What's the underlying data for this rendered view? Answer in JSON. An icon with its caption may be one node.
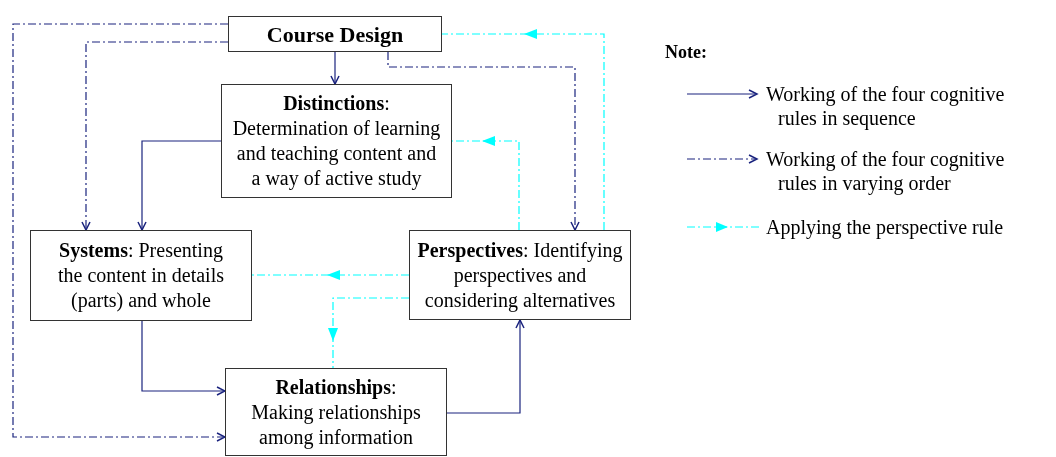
{
  "diagram": {
    "nodes": [
      {
        "text": [
          "Course Design"
        ]
      },
      {
        "text": [
          "**Distinctions**: Determination of learning and teaching content and a way of active study"
        ]
      },
      {
        "text": [
          "**Systems**: Presenting the content in details (parts) and whole"
        ]
      },
      {
        "text": [
          "**Perspectives**: Identifying perspectives and considering alternatives"
        ]
      },
      {
        "text": [
          "**Relationships**: Making relationships among information"
        ]
      }
    ],
    "edges": [
      {
        "from": 0,
        "to": 1,
        "arrow": "to"
      },
      {
        "from": 1,
        "to": 2,
        "arrow": "to"
      },
      {
        "from": 2,
        "to": 4,
        "arrow": "to"
      },
      {
        "from": 4,
        "to": 3,
        "arrow": "to"
      },
      {
        "from": 0,
        "to": 2,
        "arrow": "to",
        "style": "dashed"
      },
      {
        "from": 0,
        "to": 4,
        "arrow": "to",
        "style": "dashed"
      },
      {
        "from": 0,
        "to": 3,
        "arrow": "to",
        "style": "dashed"
      },
      {
        "from": 3,
        "to": 0,
        "arrow": "to",
        "style": "dashed",
        "color": "#00ffff"
      },
      {
        "from": 3,
        "to": 1,
        "arrow": "to",
        "style": "dashed",
        "color": "#00ffff"
      },
      {
        "from": 3,
        "to": 2,
        "arrow": "to",
        "style": "dashed",
        "color": "#00ffff"
      },
      {
        "from": 3,
        "to": 4,
        "arrow": "to",
        "style": "dashed",
        "color": "#00ffff"
      }
    ],
    "labels": [
      "Note:"
    ],
    "legend": [
      {
        "text": "Working of the four cognitive rules in sequence"
      },
      {
        "text": "Working of the four cognitive rules in varying order"
      },
      {
        "text": "Applying the perspective rule"
      }
    ]
  }
}
